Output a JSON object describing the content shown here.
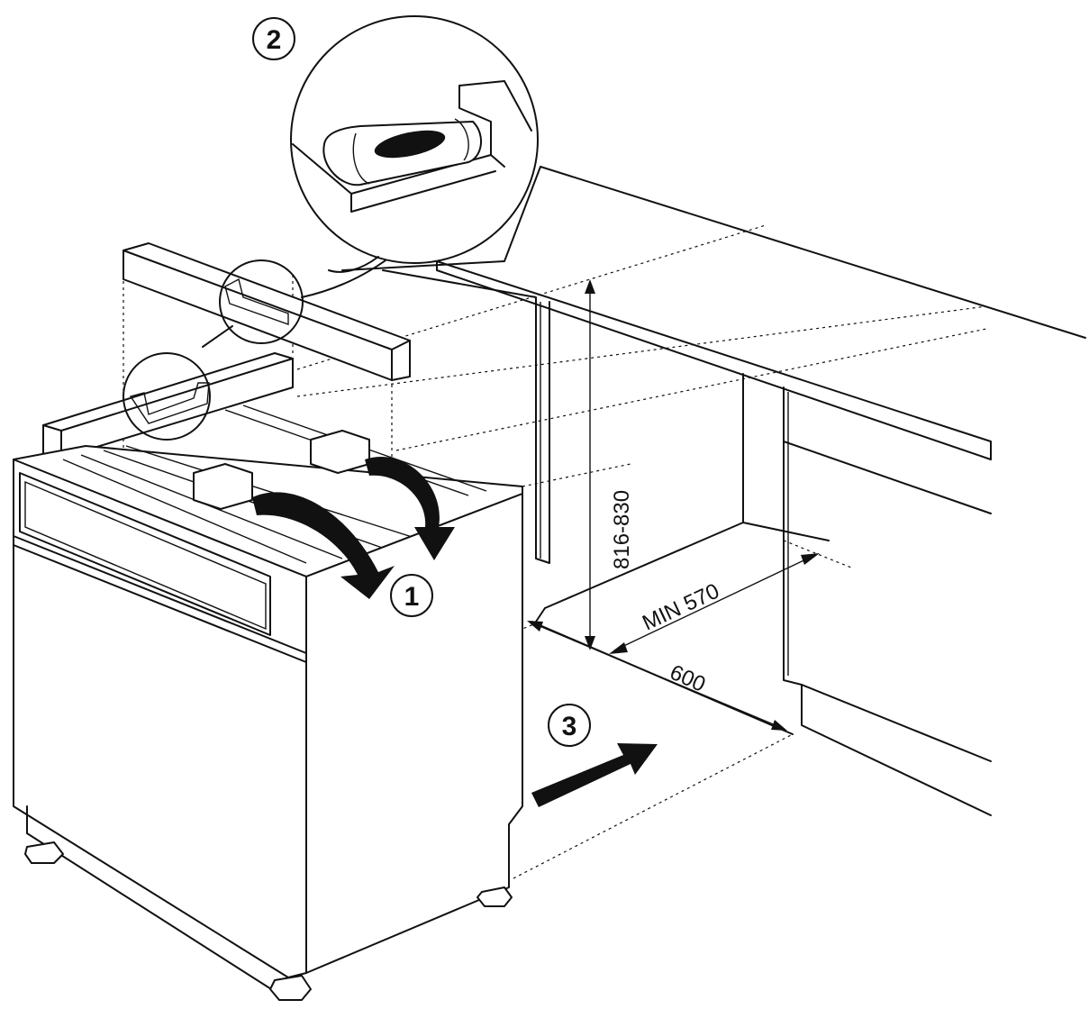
{
  "steps": [
    {
      "label": "1",
      "meaning": "fold-over-rails"
    },
    {
      "label": "2",
      "meaning": "spirit-level-check"
    },
    {
      "label": "3",
      "meaning": "push-into-recess"
    }
  ],
  "dimensions": {
    "height": "816-830",
    "min_depth": "MIN 570",
    "width": "600"
  },
  "colors": {
    "ink": "#111111",
    "paper": "#ffffff"
  },
  "icons": [
    "spirit-level-icon",
    "curved-arrow-icon",
    "push-arrow-icon"
  ]
}
